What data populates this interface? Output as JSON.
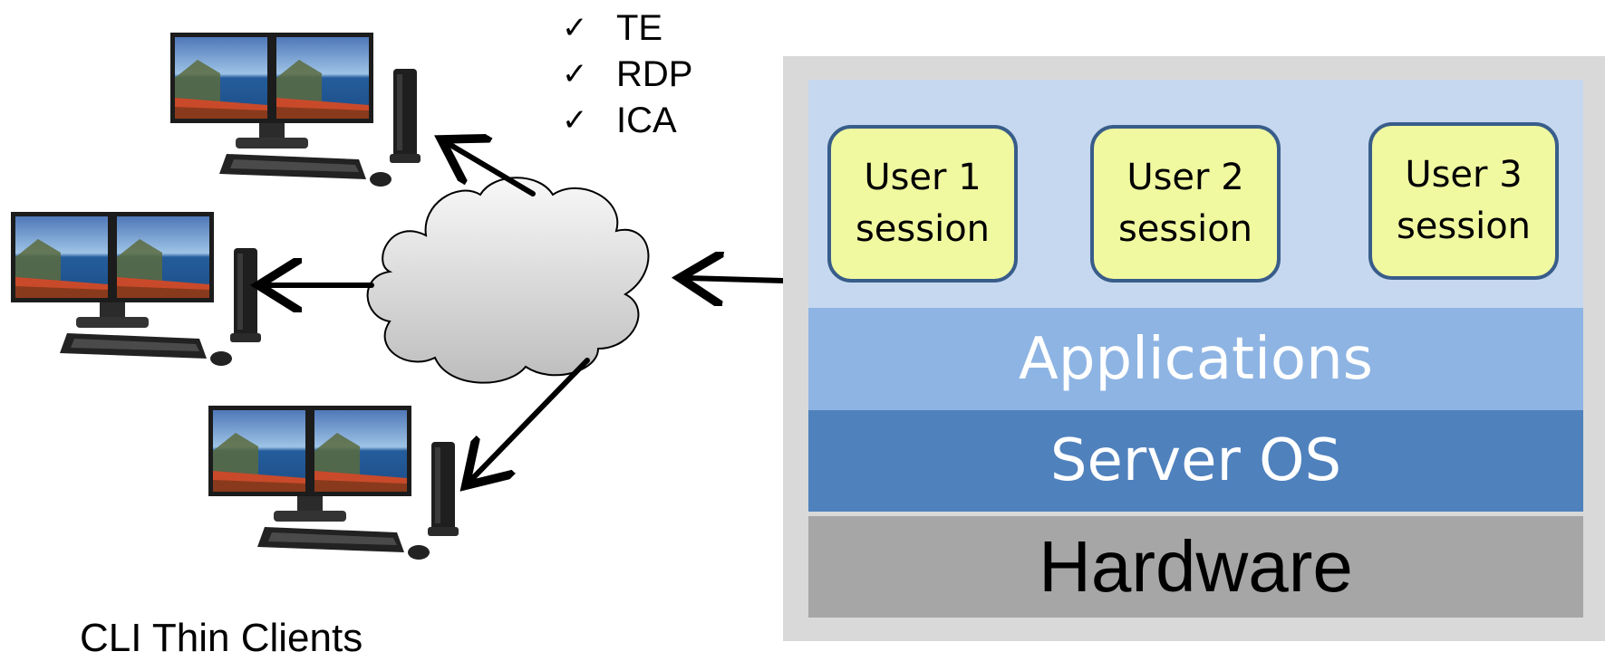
{
  "protocols": [
    "TE",
    "RDP",
    "ICA"
  ],
  "check_glyph": "✓",
  "caption": "CLI Thin Clients",
  "sessions": [
    {
      "line1": "User 1",
      "line2": "session"
    },
    {
      "line1": "User 2",
      "line2": "session"
    },
    {
      "line1": "User 3",
      "line2": "session"
    }
  ],
  "layers": {
    "applications": "Applications",
    "server_os": "Server OS",
    "hardware": "Hardware"
  },
  "colors": {
    "frame": "#d9d9d9",
    "sessions_layer": "#c6d8ef",
    "applications_layer": "#8eb4e3",
    "server_os_layer": "#4f81bd",
    "hardware_layer": "#a6a6a6",
    "session_box": "#f0f8a0",
    "session_border": "#385d8a"
  },
  "icons": [
    "desktop-computer-icon",
    "cloud-icon",
    "arrow-icon"
  ]
}
